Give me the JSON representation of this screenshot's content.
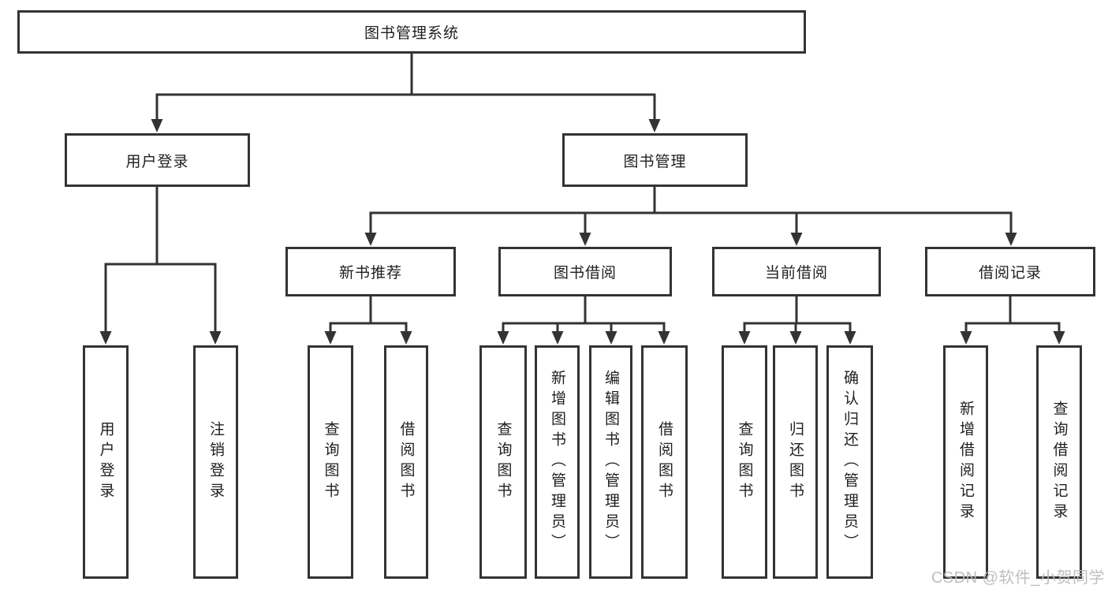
{
  "diagram_title": "图书管理系统",
  "nodes": {
    "root": "图书管理系统",
    "user_login": "用户登录",
    "book_mgmt": "图书管理",
    "new_book_rec": "新书推荐",
    "book_borrow": "图书借阅",
    "current_borrow": "当前借阅",
    "borrow_record": "借阅记录",
    "leaf_user_login": "用户登录",
    "leaf_logout": "注销登录",
    "leaf_nb_query": "查询图书",
    "leaf_nb_borrow": "借阅图书",
    "leaf_bb_query": "查询图书",
    "leaf_bb_add": "新增图书（管理员）",
    "leaf_bb_edit": "编辑图书（管理员）",
    "leaf_bb_borrow": "借阅图书",
    "leaf_cb_query": "查询图书",
    "leaf_cb_return": "归还图书",
    "leaf_cb_confirm": "确认归还（管理员）",
    "leaf_br_add": "新增借阅记录",
    "leaf_br_query": "查询借阅记录"
  },
  "hierarchy": {
    "root": "图书管理系统",
    "children": [
      {
        "label": "用户登录",
        "children": [
          "用户登录",
          "注销登录"
        ]
      },
      {
        "label": "图书管理",
        "children": [
          {
            "label": "新书推荐",
            "children": [
              "查询图书",
              "借阅图书"
            ]
          },
          {
            "label": "图书借阅",
            "children": [
              "查询图书",
              "新增图书（管理员）",
              "编辑图书（管理员）",
              "借阅图书"
            ]
          },
          {
            "label": "当前借阅",
            "children": [
              "查询图书",
              "归还图书",
              "确认归还（管理员）"
            ]
          },
          {
            "label": "借阅记录",
            "children": [
              "新增借阅记录",
              "查询借阅记录"
            ]
          }
        ]
      }
    ]
  },
  "watermark": {
    "text": "CSDN @软件_小贺同学"
  },
  "colors": {
    "line": "#333333",
    "box_border": "#333333",
    "box_fill": "#ffffff",
    "text": "#1f1f1f",
    "watermark": "#bababa",
    "background": "#ffffff"
  }
}
